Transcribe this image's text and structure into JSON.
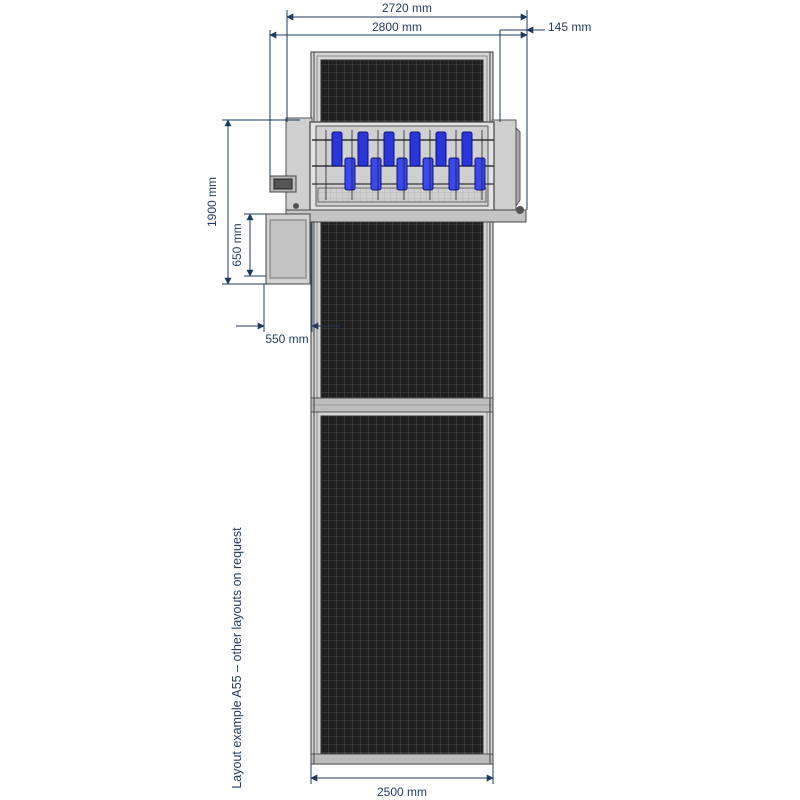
{
  "dimensions": {
    "top_width": "2720 mm",
    "frame_width": "2800 mm",
    "side_offset": "145 mm",
    "machine_depth": "1900 mm",
    "cabinet_depth": "650 mm",
    "cabinet_offset": "550 mm",
    "conveyor_width": "2500 mm"
  },
  "caption": "Layout example A55 – other layouts on request",
  "colors": {
    "dimension": "#1f3a5f",
    "frame": "#8a8a8a",
    "mesh": "#1c1c1c",
    "accent": "#2a36d8"
  }
}
